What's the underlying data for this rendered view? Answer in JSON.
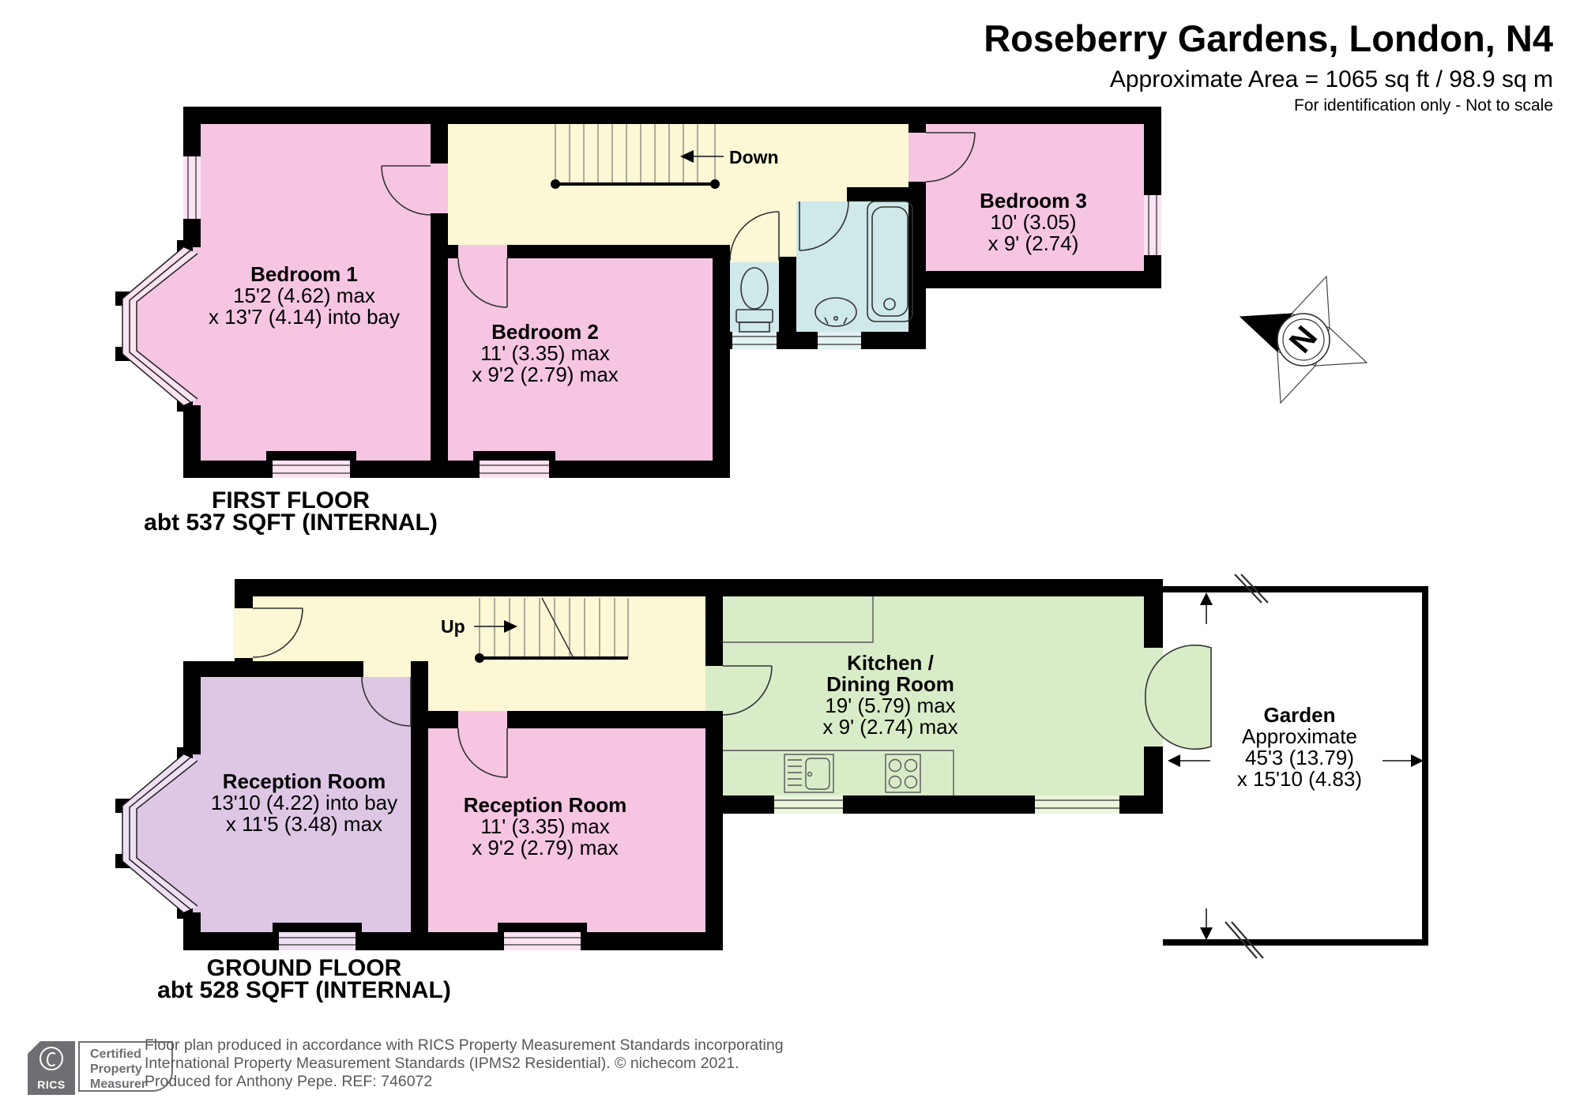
{
  "header": {
    "title": "Roseberry Gardens, London, N4",
    "area_line": "Approximate Area = 1065 sq ft / 98.9 sq m",
    "note_line": "For identification only - Not to scale"
  },
  "first_floor": {
    "caption_line1": "FIRST FLOOR",
    "caption_line2": "abt 537 SQFT (INTERNAL)",
    "stairs_label": "Down",
    "rooms": {
      "bedroom1": {
        "name": "Bedroom 1",
        "dim1": "15'2 (4.62) max",
        "dim2": "x 13'7 (4.14) into bay"
      },
      "bedroom2": {
        "name": "Bedroom 2",
        "dim1": "11' (3.35) max",
        "dim2": "x 9'2 (2.79) max"
      },
      "bedroom3": {
        "name": "Bedroom 3",
        "dim1": "10' (3.05)",
        "dim2": "x 9' (2.74)"
      }
    }
  },
  "ground_floor": {
    "caption_line1": "GROUND FLOOR",
    "caption_line2": "abt 528 SQFT (INTERNAL)",
    "stairs_label": "Up",
    "rooms": {
      "reception1": {
        "name": "Reception Room",
        "dim1": "13'10 (4.22) into bay",
        "dim2": "x 11'5 (3.48) max"
      },
      "reception2": {
        "name": "Reception Room",
        "dim1": "11' (3.35) max",
        "dim2": "x 9'2 (2.79) max"
      },
      "kitchen": {
        "name_line1": "Kitchen /",
        "name_line2": "Dining Room",
        "dim1": "19' (5.79) max",
        "dim2": "x 9' (2.74) max"
      },
      "garden": {
        "name": "Garden",
        "sub": "Approximate",
        "dim1": "45'3 (13.79)",
        "dim2": "x 15'10 (4.83)"
      }
    }
  },
  "compass": {
    "north_label": "N"
  },
  "footer": {
    "logo_brand": "RICS",
    "badge_line1": "Certified",
    "badge_line2": "Property",
    "badge_line3": "Measurer",
    "line1": "Floor plan produced in accordance with RICS Property Measurement Standards incorporating",
    "line2": "International Property Measurement Standards (IPMS2 Residential).   © nichecom 2021.",
    "line3": "Produced for Anthony Pepe.   REF: 746072"
  },
  "colors": {
    "wall": "#000000",
    "pink_room": "#f6c5e2",
    "lavender_room": "#ddc7e5",
    "yellow_hall": "#fcf7d4",
    "blue_bath": "#cfe8e9",
    "green_kitchen": "#d9ecc8",
    "window_pink": "#fbe3f2",
    "window_lavender": "#eee0f2",
    "window_blue": "#e2f1f2",
    "window_green": "#eaf5dc",
    "footer_gray": "#58595b"
  }
}
